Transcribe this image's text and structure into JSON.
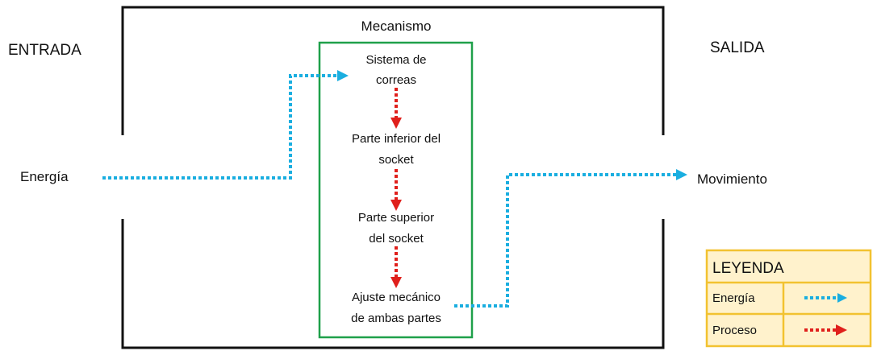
{
  "diagram": {
    "input_header": "ENTRADA",
    "output_header": "SALIDA",
    "mechanism_title": "Mecanismo",
    "input_label": "Energía",
    "output_label": "Movimiento",
    "steps": [
      {
        "line1": "Sistema de",
        "line2": "correas"
      },
      {
        "line1": "Parte inferior del",
        "line2": "socket"
      },
      {
        "line1": "Parte superior",
        "line2": "del socket"
      },
      {
        "line1": "Ajuste mecánico",
        "line2": "de ambas partes"
      }
    ]
  },
  "legend": {
    "title": "LEYENDA",
    "items": [
      {
        "label": "Energía",
        "line_style": "dotted",
        "color": "#1aaee0"
      },
      {
        "label": "Proceso",
        "line_style": "dotted",
        "color": "#e0201c"
      }
    ]
  },
  "colors": {
    "energy": "#1aaee0",
    "process": "#e0201c",
    "mechanism_box": "#1fa04a",
    "legend_border": "#f2c230",
    "legend_fill": "#fff2cc",
    "frame": "#111111"
  }
}
